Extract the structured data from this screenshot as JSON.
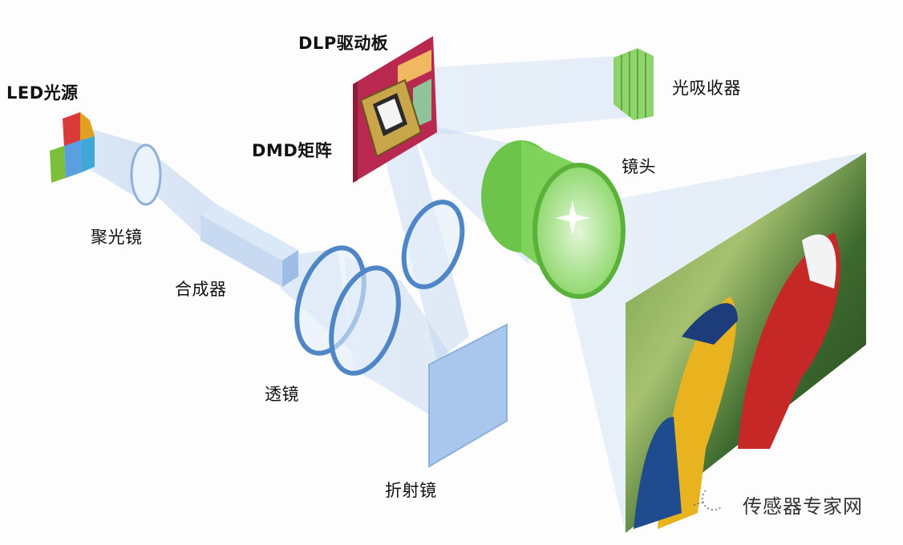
{
  "labels": {
    "led_source": "LED光源",
    "condenser": "聚光镜",
    "combiner": "合成器",
    "lens": "透镜",
    "refractor": "折射镜",
    "dlp_board": "DLP驱动板",
    "dmd": "DMD矩阵",
    "absorber": "光吸收器",
    "projection_lens": "镜头"
  },
  "watermark": "传感器专家网",
  "colors": {
    "beam": "#bcd3ef",
    "lens_ring": "#4f86c6",
    "board": "#b8284f",
    "projection_lens": "#6cc44a",
    "absorber": "#8fd46a"
  }
}
